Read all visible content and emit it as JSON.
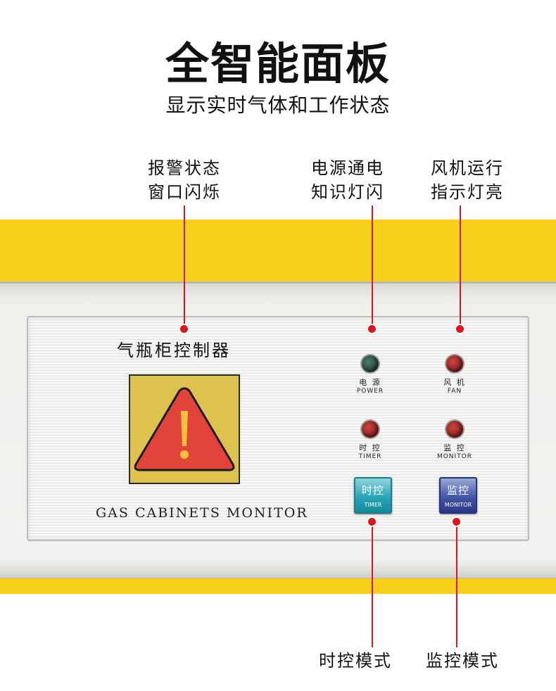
{
  "header": {
    "title": "全智能面板",
    "subtitle": "显示实时气体和工作状态"
  },
  "callouts": {
    "alarm": "报警状态\n窗口闪烁",
    "power": "电源通电\n知识灯闪",
    "fan": "风机运行\n指示灯亮",
    "timer_mode": "时控模式",
    "monitor_mode": "监控模式"
  },
  "panel": {
    "name_cn": "气瓶柜控制器",
    "name_en": "GAS CABINETS MONITOR",
    "warning_glyph": "!",
    "indicators": [
      {
        "label_cn": "电 源",
        "label_en": "POWER",
        "color": "#2f5a4c"
      },
      {
        "label_cn": "风 机",
        "label_en": "FAN",
        "color": "#b02d27"
      },
      {
        "label_cn": "时 控",
        "label_en": "TIMER",
        "color": "#b02d27"
      },
      {
        "label_cn": "监 控",
        "label_en": "MONITOR",
        "color": "#b02d27"
      }
    ],
    "buttons": {
      "timer_cn": "时控",
      "timer_en": "TIMER",
      "monitor_cn": "监控",
      "monitor_en": "MONITOR"
    }
  },
  "colors": {
    "cabinet_yellow": "#f8d01a",
    "leader_red": "#e0141b",
    "warning_red": "#e2443a",
    "warning_bg": "#ddc24d"
  },
  "icons": {
    "warning": "warning-triangle-icon"
  }
}
